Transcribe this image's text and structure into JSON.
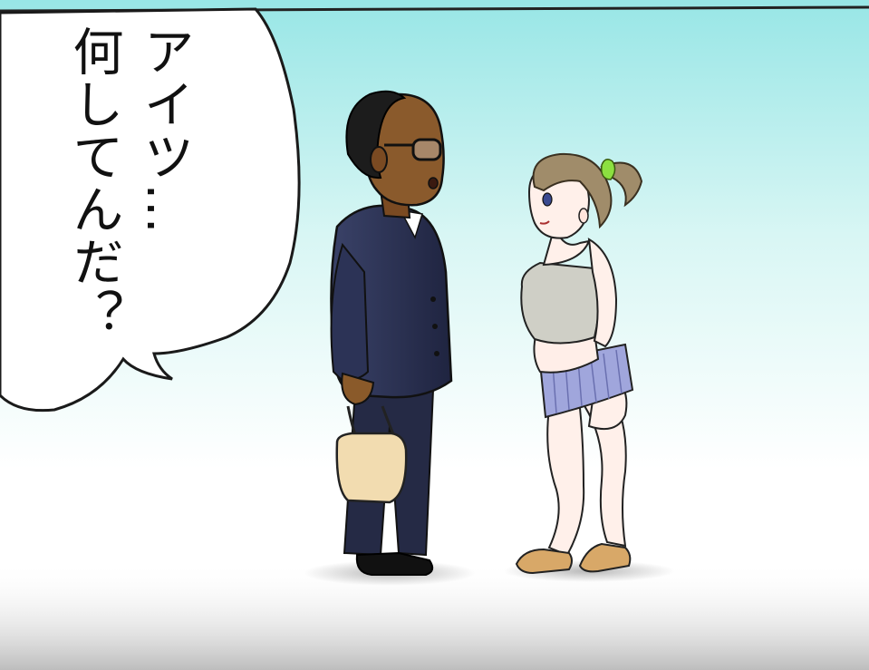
{
  "speech_bubble": {
    "text": "アイツ…\n何してんだ？"
  },
  "colors": {
    "sky_top": "#9ee8e6",
    "sky_bottom": "#ffffff",
    "suit": "#2a3050",
    "skirt": "#9aa0d8",
    "tube_top": "#c8c8c0",
    "hair": "#9a8a6a",
    "hair_tie": "#88e040",
    "bag": "#f0dcb0",
    "skin": "#ffe8e0",
    "ground_shadow": "#cfcfcf"
  },
  "figures": {
    "left": "man-in-suit",
    "right": "girl-in-skirt"
  }
}
